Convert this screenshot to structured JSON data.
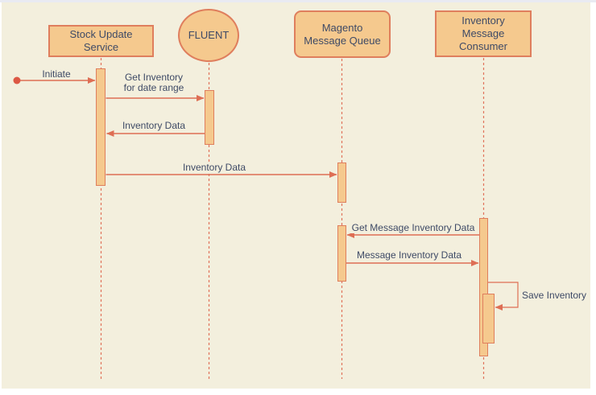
{
  "colors": {
    "bg": "#F3EFDD",
    "frame": "#E9EAF2",
    "fill": "#F5C98E",
    "border": "#DF7E5D",
    "line": "#DE6E54",
    "dot": "#DC5844",
    "text": "#3E4A66",
    "dash": "#E0735A"
  },
  "participants": [
    {
      "name": "stock-update-service",
      "shape": "rectangle",
      "line1": "Stock Update",
      "line2": "Service"
    },
    {
      "name": "fluent",
      "shape": "ellipse",
      "line1": "FLUENT"
    },
    {
      "name": "magento-message-queue",
      "shape": "rounded-rectangle",
      "line1": "Magento",
      "line2": "Message Queue"
    },
    {
      "name": "inventory-message-consumer",
      "shape": "rectangle",
      "line1": "Inventory",
      "line2": "Message Consumer"
    }
  ],
  "messages": [
    {
      "name": "initiate",
      "from": "start",
      "to": "stock-update-service",
      "label": "Initiate"
    },
    {
      "name": "get-inventory",
      "from": "stock-update-service",
      "to": "fluent",
      "line1": "Get Inventory",
      "line2": "for date range"
    },
    {
      "name": "inventory-data-return",
      "from": "fluent",
      "to": "stock-update-service",
      "label": "Inventory Data"
    },
    {
      "name": "inventory-data",
      "from": "stock-update-service",
      "to": "magento-message-queue",
      "label": "Inventory Data"
    },
    {
      "name": "get-message-inventory-data",
      "from": "inventory-message-consumer",
      "to": "magento-message-queue",
      "label": "Get Message Inventory Data"
    },
    {
      "name": "message-inventory-data",
      "from": "magento-message-queue",
      "to": "inventory-message-consumer",
      "label": "Message Inventory Data"
    },
    {
      "name": "save-inventory",
      "from": "inventory-message-consumer",
      "to": "inventory-message-consumer",
      "label": "Save Inventory"
    }
  ]
}
